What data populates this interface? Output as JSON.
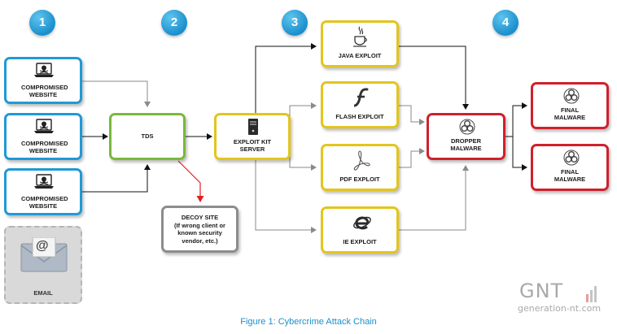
{
  "steps": [
    "1",
    "2",
    "3",
    "4"
  ],
  "nodes": {
    "compromised_1": "COMPROMISED WEBSITE",
    "compromised_2": "COMPROMISED WEBSITE",
    "compromised_3": "COMPROMISED WEBSITE",
    "email": "EMAIL",
    "email_glyph": "@",
    "tds": "TDS",
    "decoy_line1": "DECOY SITE",
    "decoy_line2": "(If wrong client or",
    "decoy_line3": "known security",
    "decoy_line4": "vendor, etc.)",
    "exploit_kit_line1": "EXPLOIT KIT",
    "exploit_kit_line2": "SERVER",
    "java": "JAVA EXPLOIT",
    "flash": "FLASH EXPLOIT",
    "pdf": "PDF EXPLOIT",
    "ie": "IE EXPLOIT",
    "dropper_line1": "DROPPER",
    "dropper_line2": "MALWARE",
    "final_1_line1": "FINAL",
    "final_1_line2": "MALWARE",
    "final_2_line1": "FINAL",
    "final_2_line2": "MALWARE"
  },
  "caption": "Figure 1: Cybercrime Attack Chain",
  "watermark": {
    "logo": "GNT",
    "url": "generation-nt.com"
  },
  "icons": {
    "website": "laptop-skull-icon",
    "server": "server-icon",
    "java": "java-cup-icon",
    "flash": "flash-icon",
    "pdf": "pdf-icon",
    "ie": "ie-icon",
    "biohazard": "biohazard-icon",
    "email": "envelope-icon"
  },
  "colors": {
    "step": "#1b8fcd",
    "website_border": "#1f9ad6",
    "tds_border": "#79b93a",
    "exploit_border": "#e3c51d",
    "malware_border": "#d0202c",
    "decoy_border": "#8c8c8c",
    "decoy_arrow": "#e02020"
  }
}
